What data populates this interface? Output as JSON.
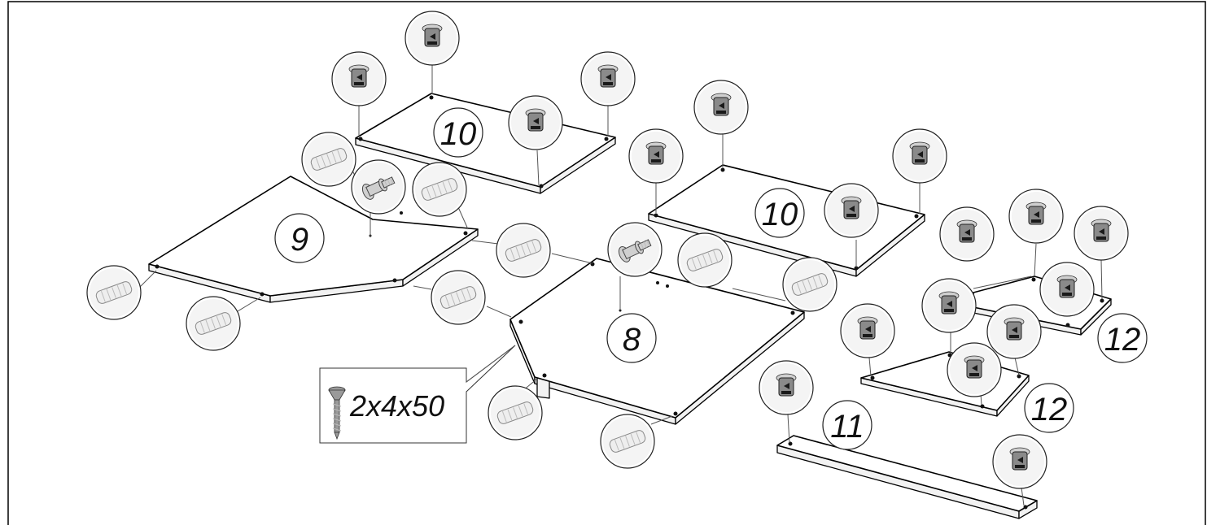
{
  "parts": [
    {
      "id": "panel-9",
      "number": "9"
    },
    {
      "id": "panel-10-left",
      "number": "10"
    },
    {
      "id": "panel-10-right",
      "number": "10"
    },
    {
      "id": "panel-8",
      "number": "8"
    },
    {
      "id": "panel-11",
      "number": "11"
    },
    {
      "id": "panel-12-upper",
      "number": "12"
    },
    {
      "id": "panel-12-lower",
      "number": "12"
    }
  ],
  "screw_callout": {
    "label": "2x4x50",
    "icon": "wood-screw-icon"
  },
  "hardware_icons": {
    "cam": "cam-lock-icon",
    "dowel": "wooden-dowel-icon",
    "bolt": "cam-bolt-icon"
  }
}
